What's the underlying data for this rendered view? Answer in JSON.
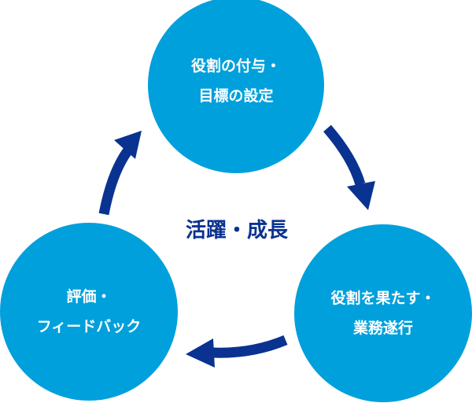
{
  "diagram": {
    "center_label": "活躍・成長",
    "steps": [
      {
        "lines": [
          "役割の付与・",
          "目標の設定"
        ]
      },
      {
        "lines": [
          "役割を果たす・",
          "業務遂行"
        ]
      },
      {
        "lines": [
          "評価・",
          "フィードバック"
        ]
      }
    ],
    "colors": {
      "circle": "#00a0dc",
      "arrow": "#0a3290",
      "circle_text": "#ffffff"
    }
  }
}
